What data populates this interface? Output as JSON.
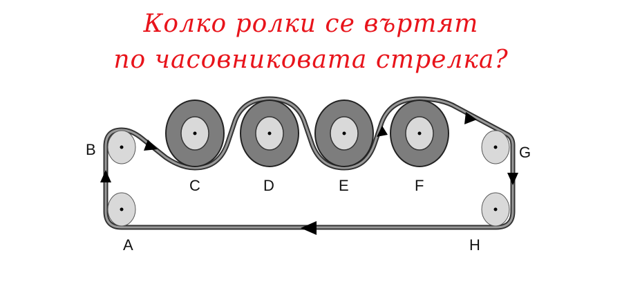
{
  "question": {
    "line1": "Колко ролки се въртят",
    "line2": "по часовниковата стрелка?"
  },
  "rollers": {
    "A": "A",
    "B": "B",
    "C": "C",
    "D": "D",
    "E": "E",
    "F": "F",
    "G": "G",
    "H": "H"
  },
  "colors": {
    "title": "#e8141b",
    "big_roller": "#7d7d7d",
    "small_roller": "#d9d9d9"
  }
}
